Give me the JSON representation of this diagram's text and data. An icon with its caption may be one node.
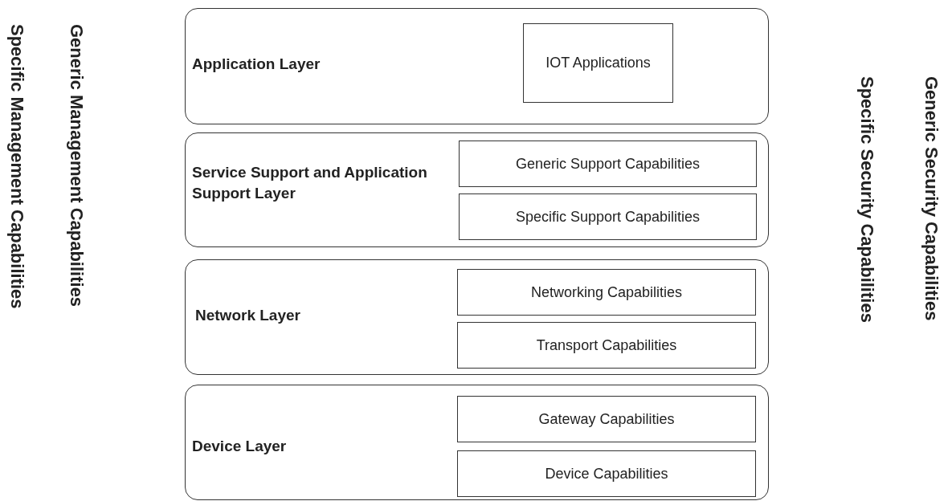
{
  "diagram": {
    "nodes": [
      {
        "text": [
          "Application Layer"
        ]
      },
      {
        "text": [
          "IOT Applications"
        ],
        "in": 0
      },
      {
        "text": [
          "Service Support and Application Support Layer"
        ]
      },
      {
        "text": [
          "Generic Support Capabilities"
        ],
        "in": 2
      },
      {
        "text": [
          "Specific Support Capabilities"
        ],
        "in": 2
      },
      {
        "text": [
          "Network Layer"
        ]
      },
      {
        "text": [
          "Networking Capabilities"
        ],
        "in": 5
      },
      {
        "text": [
          "Transport Capabilities"
        ],
        "in": 5
      },
      {
        "text": [
          "Device Layer"
        ]
      },
      {
        "text": [
          "Gateway Capabilities"
        ],
        "in": 8
      },
      {
        "text": [
          "Device Capabilities"
        ],
        "in": 8
      }
    ],
    "labels": [
      "Specific Management Capabilities",
      "Generic Management Capabilities",
      "Specific Security Capabilities",
      "Generic Security Capabilities"
    ]
  }
}
